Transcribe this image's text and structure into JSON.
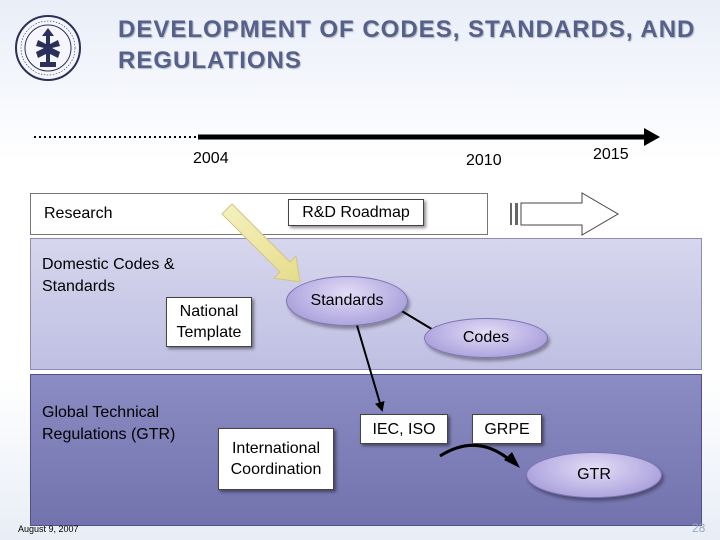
{
  "title": "DEVELOPMENT OF CODES, STANDARDS, AND REGULATIONS",
  "timeline": {
    "years": [
      "2004",
      "2010",
      "2015"
    ]
  },
  "rows": {
    "research": "Research",
    "domestic_line1": "Domestic Codes &",
    "domestic_line2": "Standards",
    "global_line1": "Global Technical",
    "global_line2": "Regulations (GTR)"
  },
  "boxes": {
    "rd_roadmap": "R&D Roadmap",
    "national_template_line1": "National",
    "national_template_line2": "Template",
    "iec_iso": "IEC, ISO",
    "grpe": "GRPE",
    "international_line1": "International",
    "international_line2": "Coordination"
  },
  "ovals": {
    "standards": "Standards",
    "codes": "Codes",
    "gtr": "GTR"
  },
  "footer": {
    "date": "August 9, 2007",
    "page": "28"
  },
  "colors": {
    "title": "#55608c",
    "domestic_band": "#c9c9e6",
    "global_band": "#7f7fb3",
    "oval": "#b7aee2"
  }
}
